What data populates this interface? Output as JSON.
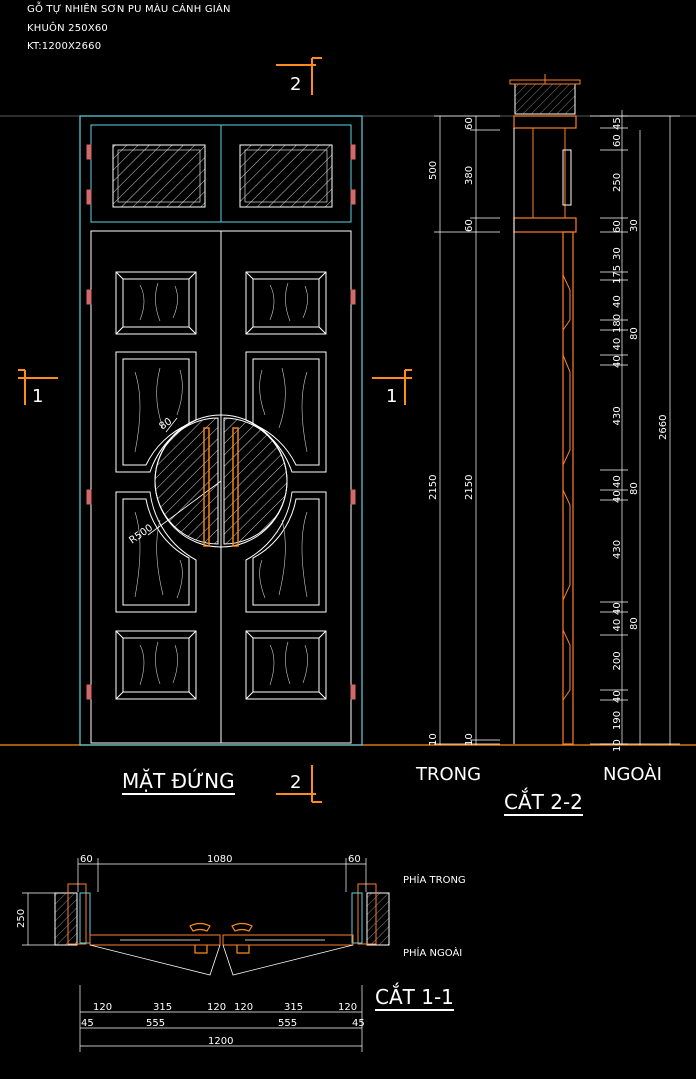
{
  "notes": {
    "line1": "GỖ TỰ NHIÊN SƠN PU MÀU CÁNH GIÁN",
    "line2": "KHUÔN 250X60",
    "line3": "KT:1200X2660"
  },
  "section_markers": {
    "s2": "2",
    "s1": "1"
  },
  "labels": {
    "elevation": "MẶT ĐỨNG",
    "trong": "TRONG",
    "ngoai": "NGOÀI",
    "section22": "CẮT 2-2",
    "section11": "CẮT 1-1",
    "phia_trong": "PHÍA TRONG",
    "phia_ngoai": "PHÍA NGOÀI"
  },
  "elevation_dims": {
    "arc_width": "80",
    "radius": "R500"
  },
  "left_dims": {
    "outer": [
      "500",
      "2150",
      "10"
    ],
    "inner": [
      "60",
      "380",
      "60",
      "2150",
      "10"
    ]
  },
  "right_dims": {
    "chain": [
      "45",
      "60",
      "250",
      "60",
      "30",
      "175",
      "40",
      "180",
      "40",
      "40",
      "430",
      "40",
      "40",
      "430",
      "40",
      "40",
      "200",
      "40",
      "190",
      "10"
    ],
    "second": [
      "30",
      "80",
      "80",
      "80"
    ],
    "total": "2660"
  },
  "plan_dims": {
    "top": [
      "60",
      "1080",
      "60"
    ],
    "left": "250",
    "row1": [
      "120",
      "315",
      "120",
      "120",
      "315",
      "120"
    ],
    "row2": [
      "45",
      "555",
      "555",
      "45"
    ],
    "total": "1200"
  },
  "colors": {
    "bg": "#000000",
    "line": "#ffffff",
    "frame": "#5fd3e0",
    "accent": "#ff8c1a",
    "hinge": "#d36a6a",
    "section": "#ff7f2a"
  }
}
